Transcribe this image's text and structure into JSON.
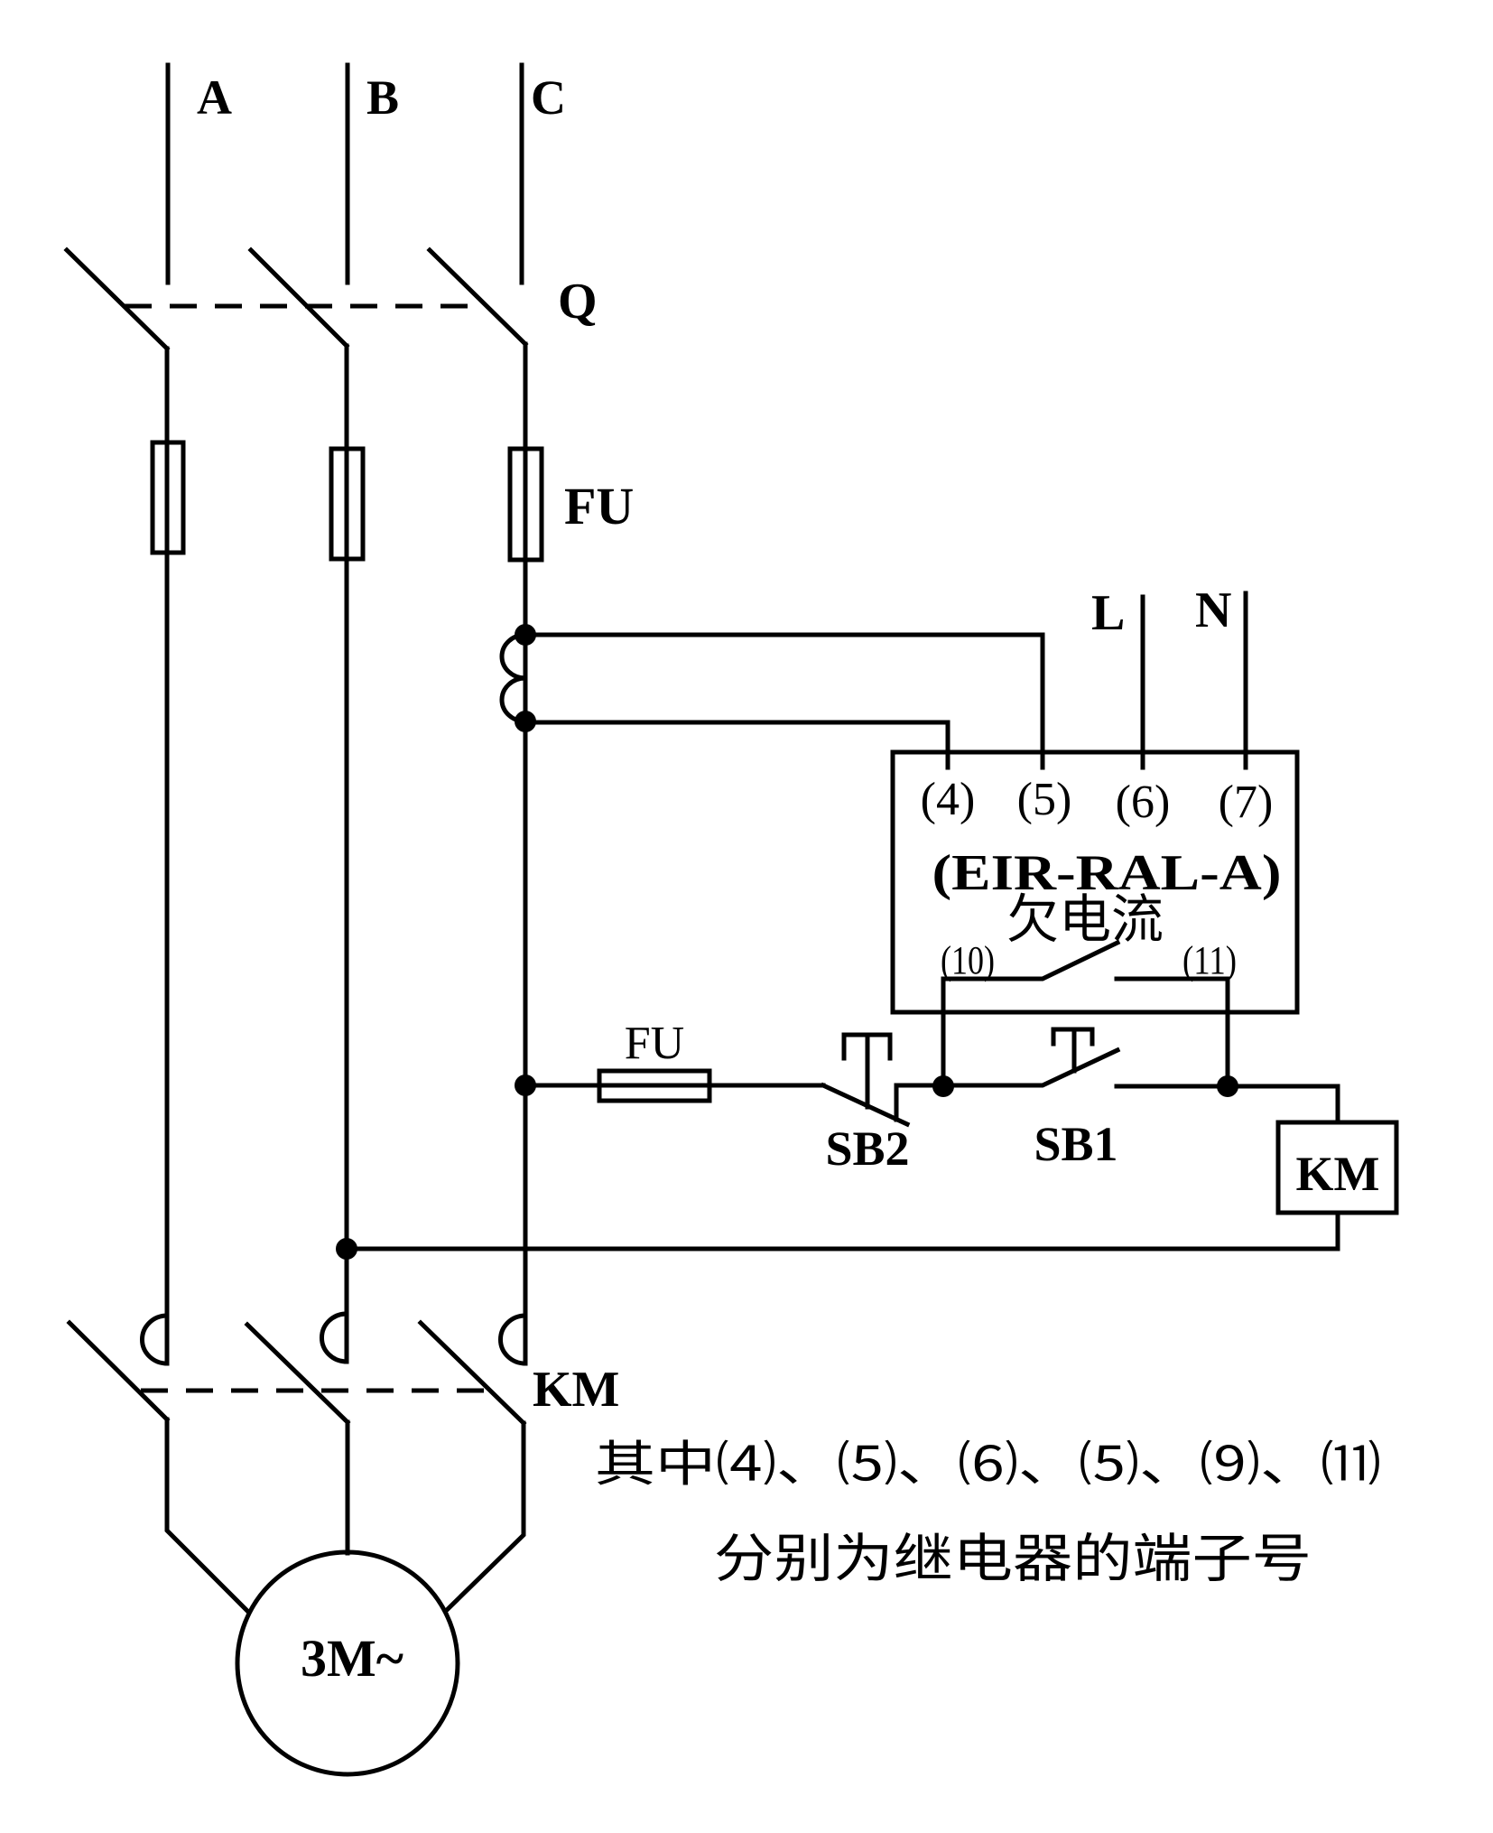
{
  "diagram": {
    "title": "Under-current relay motor control circuit",
    "phases": {
      "a": "A",
      "b": "B",
      "c": "C"
    },
    "main_switch": "Q",
    "main_fuse": "FU",
    "supply": {
      "l": "L",
      "n": "N"
    },
    "relay": {
      "model": "(EIR-RAL-A)",
      "function": "欠电流",
      "terminals": {
        "t4": "(4)",
        "t5": "(5)",
        "t6": "(6)",
        "t7": "(7)",
        "t10": "(10)",
        "t11": "(11)"
      }
    },
    "control_fuse": "FU",
    "stop_button": "SB2",
    "start_button": "SB1",
    "contactor_coil": "KM",
    "contactor_main": "KM",
    "motor": "3M~",
    "note": {
      "line1": "其中⑷、⑸、⑹、⑸、⑼、⑾",
      "line2": "分别为继电器的端子号"
    },
    "colors": {
      "line": "#000000",
      "background": "#ffffff"
    }
  }
}
